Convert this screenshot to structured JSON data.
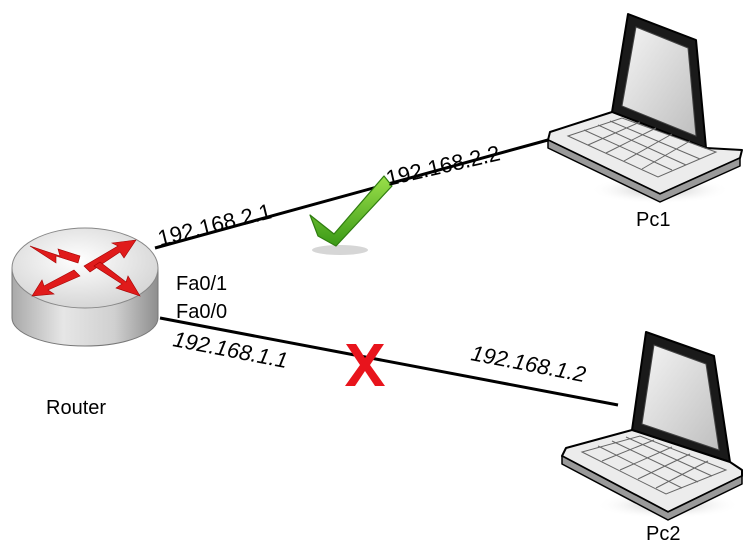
{
  "devices": {
    "router": {
      "label": "Router"
    },
    "pc1": {
      "label": "Pc1"
    },
    "pc2": {
      "label": "Pc2"
    }
  },
  "links": {
    "link1": {
      "router_ip": "192.168.2.1",
      "pc_ip": "192.168.2.2",
      "interface": "Fa0/1",
      "status": "ok",
      "status_icon": "checkmark-icon"
    },
    "link2": {
      "router_ip": "192.168.1.1",
      "pc_ip": "192.168.1.2",
      "interface": "Fa0/0",
      "status": "failed",
      "status_icon": "x-icon"
    }
  },
  "colors": {
    "line": "#000000",
    "check_green": "#5cbd1f",
    "fail_red": "#e8141c",
    "router_arrows": "#e01b1b"
  }
}
